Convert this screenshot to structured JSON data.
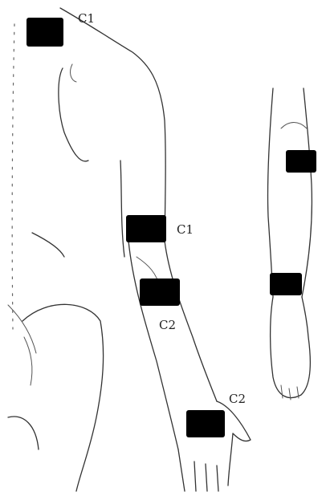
{
  "electrodes": [
    {
      "id": "shoulder-top",
      "label": "C1"
    },
    {
      "id": "upper-arm",
      "label": "C1"
    },
    {
      "id": "forearm",
      "label": "C2"
    },
    {
      "id": "wrist",
      "label": "C2"
    },
    {
      "id": "calf-upper",
      "label": ""
    },
    {
      "id": "calf-lower",
      "label": ""
    }
  ],
  "colors": {
    "electrode": "#000000",
    "line": "#333333"
  }
}
